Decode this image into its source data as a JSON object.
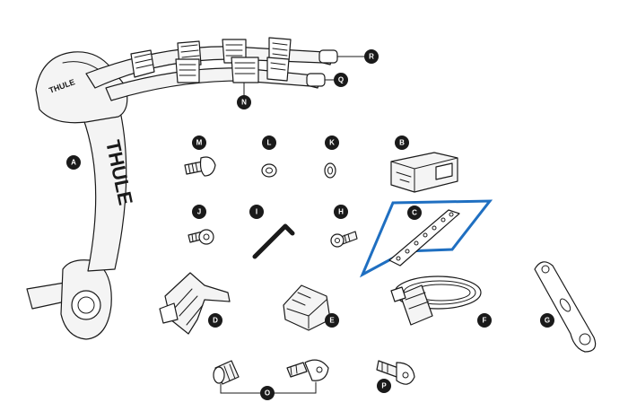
{
  "brand": {
    "head_logo": "THULE",
    "mast_logo": "THULE"
  },
  "labels": {
    "A": "A",
    "B": "B",
    "C": "C",
    "D": "D",
    "E": "E",
    "F": "F",
    "G": "G",
    "H": "H",
    "I": "I",
    "J": "J",
    "K": "K",
    "L": "L",
    "M": "M",
    "N": "N",
    "O": "O",
    "P": "P",
    "Q": "Q",
    "R": "R"
  },
  "colors": {
    "ink": "#1a1a1a",
    "highlight_frame": "#1f6fc1",
    "label_fill": "#1a1a1a",
    "label_text": "#ffffff"
  }
}
